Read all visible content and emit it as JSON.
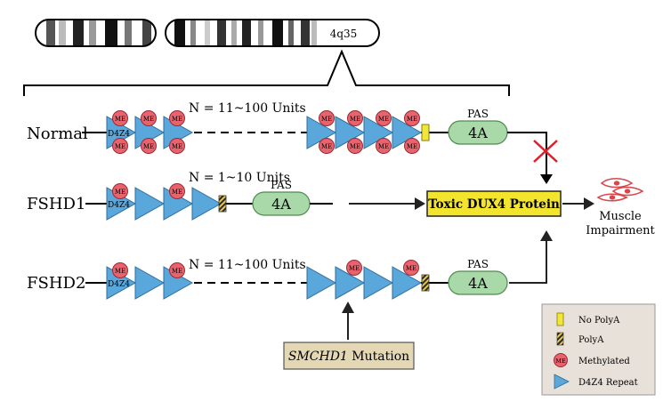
{
  "chromosome": {
    "band_label": "4q35"
  },
  "rows": {
    "normal": {
      "label": "Normal",
      "units": "N = 11~100 Units",
      "repeat_label": "D4Z4",
      "pas": "PAS",
      "gene": "4A"
    },
    "fshd1": {
      "label": "FSHD1",
      "units": "N = 1~10 Units",
      "repeat_label": "D4Z4",
      "pas": "PAS",
      "gene": "4A"
    },
    "fshd2": {
      "label": "FSHD2",
      "units": "N = 11~100 Units",
      "repeat_label": "D4Z4",
      "pas": "PAS",
      "gene": "4A"
    }
  },
  "me_label": "ME",
  "protein_box": "Toxic DUX4 Protein",
  "outcome": {
    "line1": "Muscle",
    "line2": "Impairment"
  },
  "mutation_box": {
    "gene": "SMCHD1",
    "text": " Mutation"
  },
  "legend": {
    "no_polya": "No PolyA",
    "polya": "PolyA",
    "methylated": "Methylated",
    "repeat": "D4Z4 Repeat"
  },
  "colors": {
    "triangle": "#5aa7dc",
    "me_circle": "#e8636e",
    "gene_oval": "#a9d9a9",
    "no_polya": "#f0e63c",
    "protein_box": "#f3e52e",
    "mutation_box": "#e4d7b4",
    "legend_box": "#e8e1d9",
    "block_x": "#e21d24",
    "cell": "#d9454a"
  }
}
